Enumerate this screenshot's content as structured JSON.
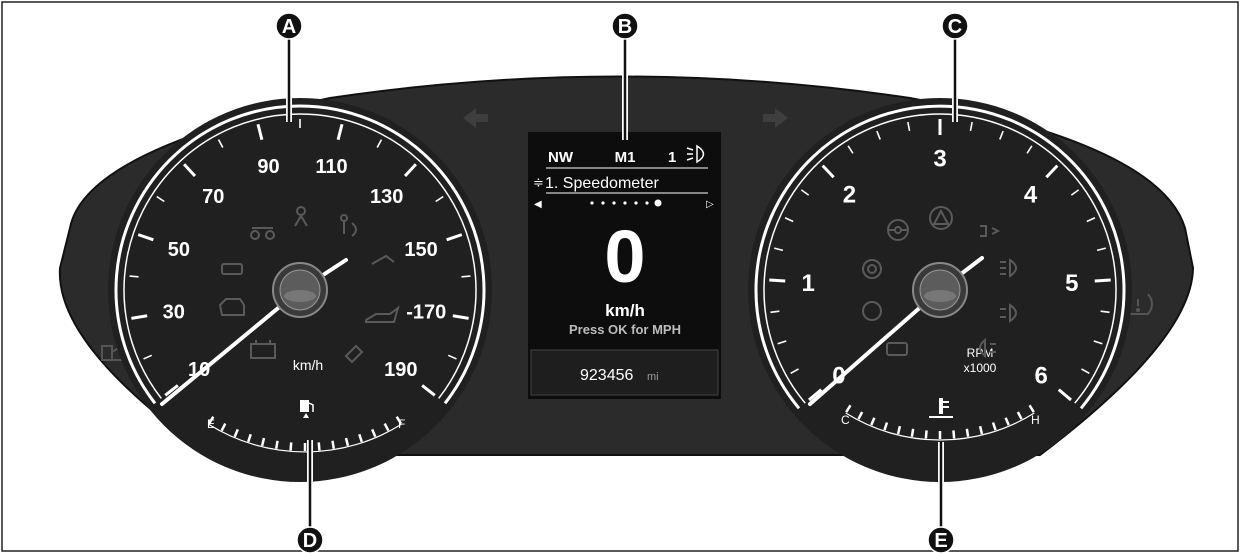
{
  "callouts": [
    "A",
    "B",
    "C",
    "D",
    "E"
  ],
  "speedometer": {
    "labels": [
      "10",
      "30",
      "50",
      "70",
      "90",
      "110",
      "130",
      "150",
      "-170",
      "190"
    ],
    "unit": "km/h",
    "fuel_empty": "E",
    "fuel_full": "F"
  },
  "tachometer": {
    "labels": [
      "0",
      "1",
      "2",
      "3",
      "4",
      "5",
      "6"
    ],
    "unit_line1": "RPM",
    "unit_line2": "x1000",
    "temp_cold": "C",
    "temp_hot": "H"
  },
  "display": {
    "compass": "NW",
    "mode": "M1",
    "light_level": "1",
    "menu_item": "1. Speedometer",
    "speed_value": "0",
    "speed_unit": "km/h",
    "hint": "Press OK for MPH",
    "odometer_value": "923456",
    "odometer_unit": "mi",
    "page_dots": 7,
    "active_dot": 7
  },
  "colors": {
    "cluster": "#2b2b2b",
    "outline": "#111111",
    "display_bg": "#0d0d0d",
    "warning_icons": "#555555",
    "needle": "#ffffff"
  },
  "icons": [
    "seatbelt-warning-icon",
    "airbag-warning-icon",
    "check-engine-icon",
    "oil-pressure-icon",
    "battery-icon",
    "washer-fluid-icon",
    "fuel-pump-icon",
    "steering-wheel-icon",
    "hazard-icon",
    "brake-warning-icon",
    "tire-pressure-icon",
    "coolant-temperature-icon",
    "fog-light-icon",
    "high-beam-icon",
    "turn-signal-left-icon",
    "turn-signal-right-icon"
  ]
}
